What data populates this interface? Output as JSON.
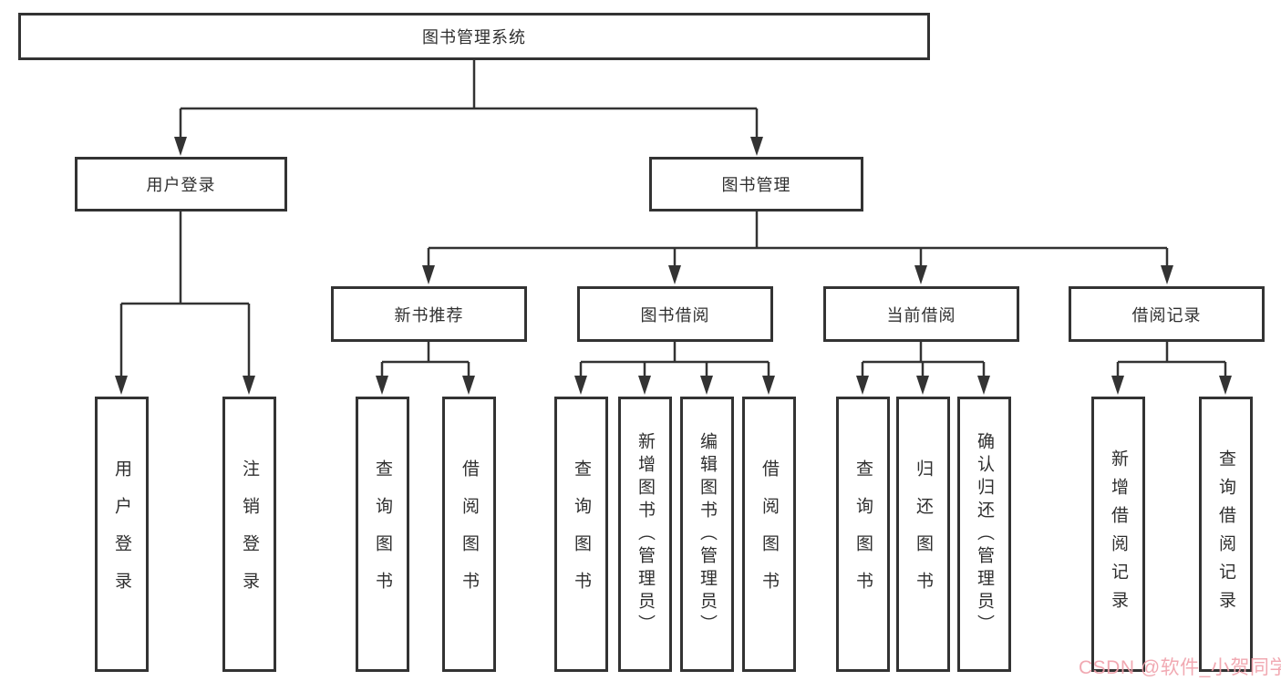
{
  "diagram": {
    "type": "hierarchy-tree",
    "colors": {
      "line": "#333333",
      "border": "#333333",
      "text": "#2f2f2f",
      "background": "#ffffff",
      "watermark": "#f0a2ac"
    },
    "tree": {
      "root": {
        "label": "图书管理系统"
      },
      "level2": [
        {
          "label": "用户登录"
        },
        {
          "label": "图书管理"
        }
      ],
      "level3": [
        {
          "label": "新书推荐"
        },
        {
          "label": "图书借阅"
        },
        {
          "label": "当前借阅"
        },
        {
          "label": "借阅记录"
        }
      ],
      "leaves": {
        "user_login": [
          "用户登录",
          "注销登录"
        ],
        "new_book": [
          "查询图书",
          "借阅图书"
        ],
        "book_borrow": [
          "查询图书",
          "新增图书（管理员）",
          "编辑图书（管理员）",
          "借阅图书"
        ],
        "current_borrow": [
          "查询图书",
          "归还图书",
          "确认归还（管理员）"
        ],
        "borrow_records": [
          "新增借阅记录",
          "查询借阅记录"
        ]
      }
    }
  },
  "watermark": {
    "text": "CSDN @软件_小贺同学"
  }
}
